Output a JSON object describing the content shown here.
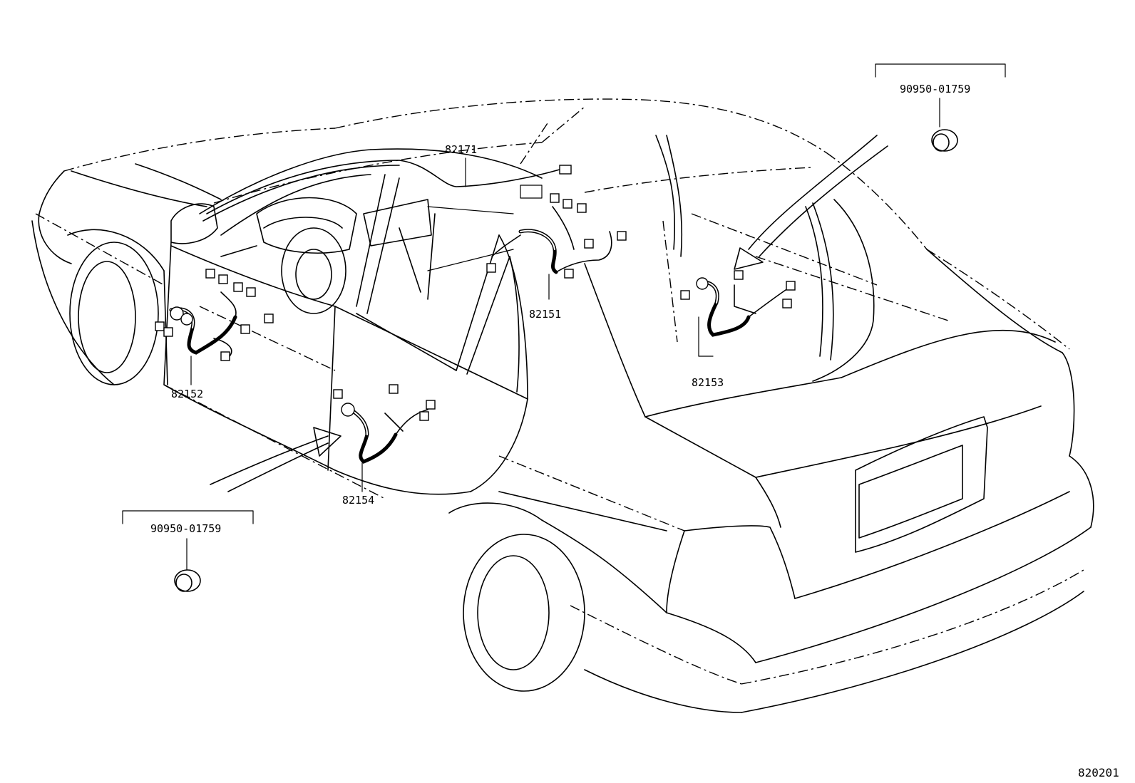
{
  "parts": {
    "roof_harness": "82171",
    "front_left_door_harness": "82152",
    "front_right_door_harness": "82151",
    "rear_left_door_harness": "82154",
    "rear_right_door_harness": "82153"
  },
  "grommets": {
    "left_box": "90950-01759",
    "right_box": "90950-01759"
  },
  "figure_code": "820201"
}
